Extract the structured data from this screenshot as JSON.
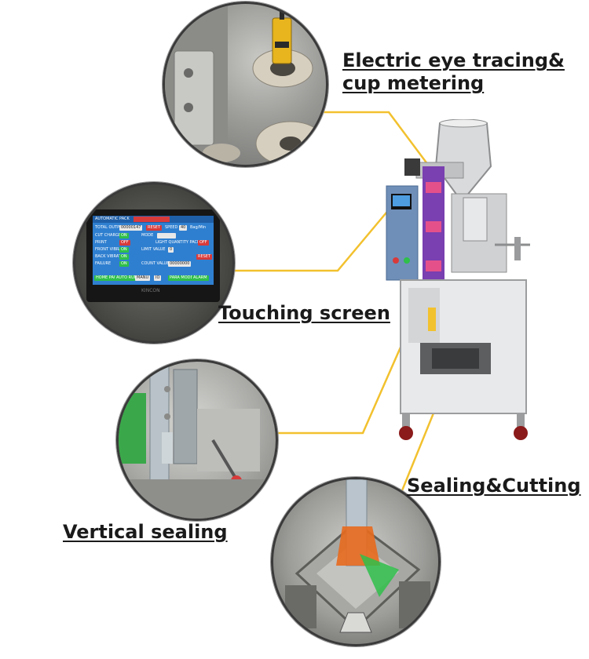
{
  "labels": {
    "electric_eye_line1": "Electric eye tracing&",
    "electric_eye_line2": "cup metering",
    "touching_screen": "Touching screen",
    "vertical_sealing": "Vertical sealing",
    "sealing_cutting": "Sealing&Cutting"
  },
  "screen": {
    "title": "AUTOMATIC PACK",
    "total_output_label": "TOTAL OUTPUT",
    "total_output_value": "00000147",
    "reset_label": "RESET",
    "speed_label": "SPEED",
    "speed_value": "40",
    "speed_unit": "Bag/Min",
    "cut_charge_label": "CUT CHARGE",
    "print_label": "PRINT",
    "front_vibrate_label": "FRONT VIBRATE",
    "back_vibrate_label": "BACK VIBRATE",
    "failure_label": "FAILURE",
    "mode_label": "MODE",
    "on_label": "ON",
    "off_label": "OFF",
    "light_quantity_label": "LIGHT QUANTITY PACK",
    "limit_value_label": "LIMIT VALUE",
    "limit_value": "0",
    "count_value_label": "COUNT VALUE",
    "count_value": "00000000",
    "tabs": [
      "HOME PAGE",
      "AUTO RUN",
      "MANU",
      "IO",
      "PARA MODE",
      "ALARM"
    ],
    "brand": "KINCON"
  },
  "colors": {
    "leader_line": "#f2c12e",
    "label_text": "#1a1a1a",
    "screen_bg": "#2f7fd0",
    "machine_panel": "#6f8fb8",
    "machine_steel": "#d9dadb"
  },
  "icons": {
    "electric_eye_sensor": "yellow-cylinder-sensor",
    "measuring_cup": "cup-icon"
  }
}
